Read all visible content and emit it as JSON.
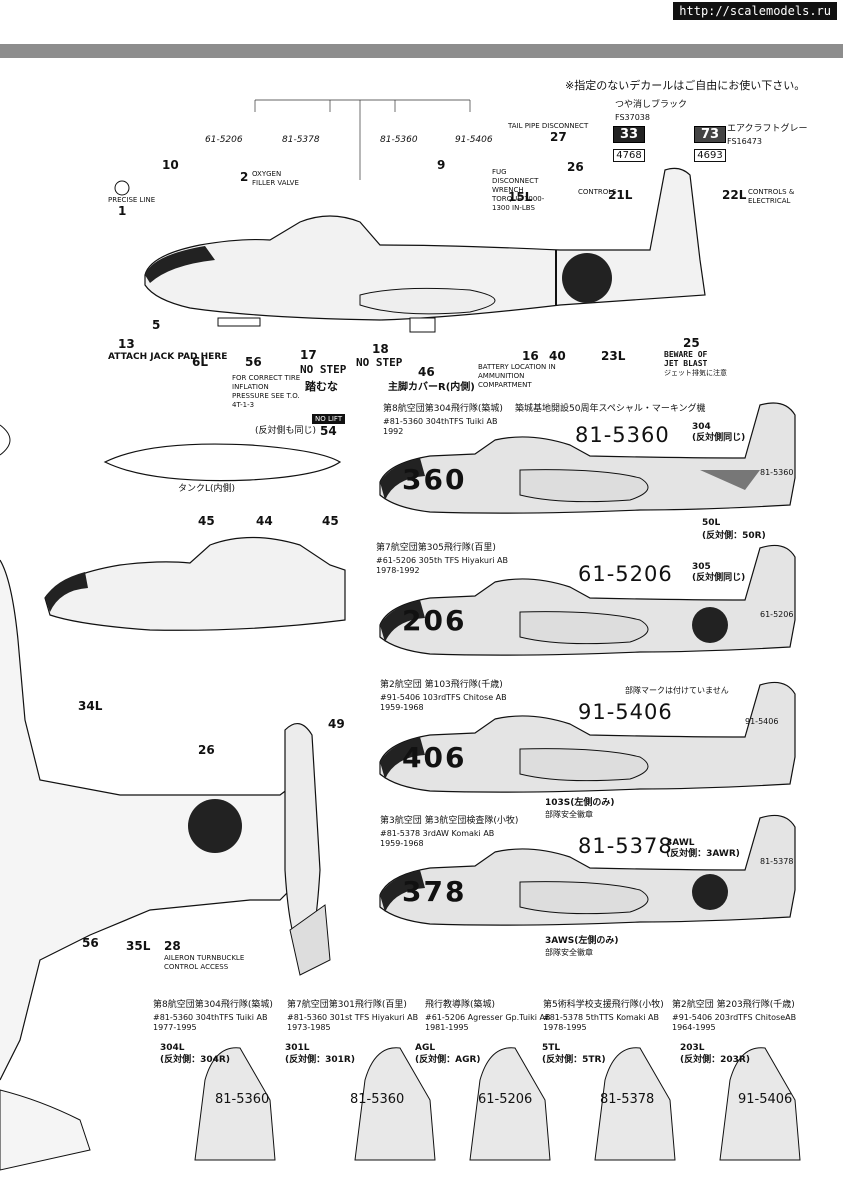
{
  "watermark": "http://scalemodels.ru",
  "notice": "※指定のないデカールはご自由にお使い下さい。",
  "colors": [
    {
      "label": "つや消しブラック",
      "fs": "FS37038",
      "num": "33",
      "sub": "4768"
    },
    {
      "label": "エアクラフトグレー",
      "fs": "FS16473",
      "num": "73",
      "sub": "4693"
    }
  ],
  "serial_labels": [
    "61-5206",
    "81-5378",
    "81-5360",
    "91-5406"
  ],
  "callouts": {
    "c1": "1",
    "c2": "2",
    "c5": "5",
    "c6L": "6L",
    "c9": "9",
    "c10": "10",
    "c13": "13",
    "c15L": "15L",
    "c16": "16",
    "c17": "17",
    "c18": "18",
    "c21L": "21L",
    "c22L": "22L",
    "c23L": "23L",
    "c25": "25",
    "c26": "26",
    "c27": "27",
    "c40": "40",
    "c46": "46",
    "c56": "56",
    "c54": "54",
    "c45a": "45",
    "c44": "44",
    "c45b": "45",
    "c34L": "34L",
    "c26b": "26",
    "c49": "49",
    "c56b": "56",
    "c35L": "35L",
    "c28": "28"
  },
  "texts": {
    "attach": "ATTACH JACK PAD HERE",
    "no_step1": "NO STEP",
    "no_step2": "NO STEP",
    "fumuna": "踏むな",
    "main_gear": "主脚カバーR(内側)",
    "beware": "BEWARE OF",
    "jet_blast": "JET BLAST",
    "jet_jp": "ジェット排気に注意",
    "tail_pipe": "TAIL PIPE DISCONNECT",
    "battery": "BATTERY LOCATION IN AMMUNITION COMPARTMENT",
    "controls": "CONTROLS",
    "controls_e": "CONTROLS & ELECTRICAL",
    "oxygen": "OXYGEN FILLER VALVE",
    "precise": "PRECISE LINE",
    "same_both": "(反対側も同じ)",
    "tank": "タンクL(内側)",
    "no_lift": "NO LIFT",
    "aileron": "AILERON TURNBUCKLE CONTROL ACCESS",
    "fuel_disconnect": "FUG DISCONNECT WRENCH TORQUE 1000-1300 IN-LBS",
    "pres_tire": "FOR CORRECT TIRE INFLATION PRESSURE SEE T.O. 4T-1-3"
  },
  "markings": [
    {
      "unit": "第8航空団第304飛行隊(築城)",
      "special": "築城基地開設50周年スペシャル・マーキング機",
      "sub": "#81-5360 304thTFS Tuiki AB",
      "years": "1992",
      "serial": "81-5360",
      "nose": "360",
      "tailnum": "81-5360",
      "tag": "304",
      "tag_sub": "(反対側同じ)",
      "tag2": "50L",
      "tag2_sub": "(反対側：50R)"
    },
    {
      "unit": "第7航空団第305飛行隊(百里)",
      "sub": "#61-5206 305th TFS Hiyakuri AB",
      "years": "1978-1992",
      "serial": "61-5206",
      "nose": "206",
      "tailnum": "61-5206",
      "tag": "305",
      "tag_sub": "(反対側同じ)"
    },
    {
      "unit": "第2航空団 第103飛行隊(千歳)",
      "sub": "#91-5406 103rdTFS Chitose AB",
      "years": "1959-1968",
      "serial": "91-5406",
      "nose": "406",
      "tailnum": "91-5406",
      "note": "部隊マークは付けていません",
      "tag2": "103S(左側のみ)",
      "tag2_sub": "部隊安全徽章"
    },
    {
      "unit": "第3航空団 第3航空団検査隊(小牧)",
      "sub": "#81-5378 3rdAW Komaki AB",
      "years": "1959-1968",
      "serial": "81-5378",
      "nose": "378",
      "tailnum": "81-5378",
      "tag": "3AWL",
      "tag_sub": "(反対側：3AWR)",
      "tag2": "3AWS(左側のみ)",
      "tag2_sub": "部隊安全徽章"
    }
  ],
  "tails": [
    {
      "unit": "第8航空団第304飛行隊(築城)",
      "sub": "#81-5360 304thTFS Tuiki AB",
      "years": "1977-1995",
      "code": "304L",
      "other": "(反対側：304R)",
      "serial": "81-5360"
    },
    {
      "unit": "第7航空団第301飛行隊(百里)",
      "sub": "#81-5360 301st TFS Hiyakuri AB",
      "years": "1973-1985",
      "code": "301L",
      "other": "(反対側：301R)",
      "serial": "81-5360"
    },
    {
      "unit": "飛行教導隊(築城)",
      "sub": "#61-5206 Agresser Gp.Tuiki AB",
      "years": "1981-1995",
      "code": "AGL",
      "other": "(反対側：AGR)",
      "serial": "61-5206"
    },
    {
      "unit": "第5術科学校支援飛行隊(小牧)",
      "sub": "#81-5378 5thTTS Komaki AB",
      "years": "1978-1995",
      "code": "5TL",
      "other": "(反対側：5TR)",
      "serial": "81-5378"
    },
    {
      "unit": "第2航空団 第203飛行隊(千歳)",
      "sub": "#91-5406 203rdTFS ChitoseAB",
      "years": "1964-1995",
      "code": "203L",
      "other": "(反対側：203R)",
      "serial": "91-5406"
    }
  ]
}
